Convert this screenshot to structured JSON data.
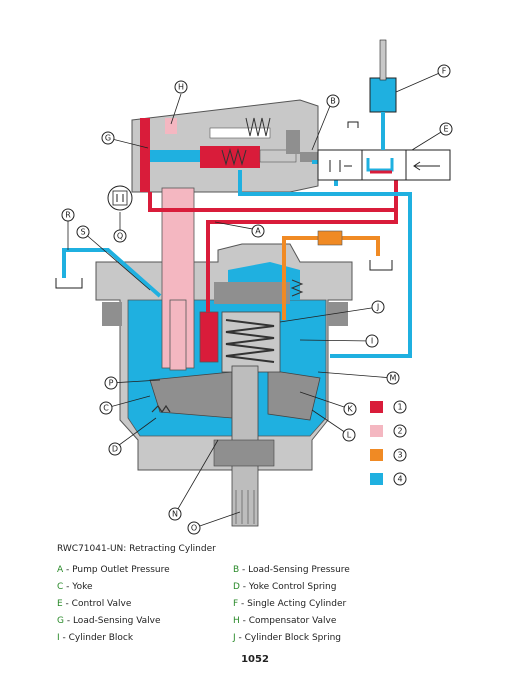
{
  "figure": {
    "callouts": [
      "A",
      "B",
      "C",
      "D",
      "E",
      "F",
      "G",
      "H",
      "I",
      "J",
      "K",
      "L",
      "M",
      "N",
      "O",
      "P",
      "Q",
      "R",
      "S"
    ],
    "legend": [
      {
        "number": "1",
        "color": "#d91c3a"
      },
      {
        "number": "2",
        "color": "#f4b7c1"
      },
      {
        "number": "3",
        "color": "#f08a24"
      },
      {
        "number": "4",
        "color": "#1fb0e0"
      }
    ],
    "colors": {
      "housing": "#c8c8c8",
      "housing_dark": "#8f8f8f"
    }
  },
  "caption": "RWC71041-UN: Retracting Cylinder",
  "keys": [
    {
      "letter": "A",
      "text": " - Pump Outlet Pressure"
    },
    {
      "letter": "B",
      "text": " - Load-Sensing Pressure"
    },
    {
      "letter": "C",
      "text": " - Yoke"
    },
    {
      "letter": "D",
      "text": " - Yoke Control Spring"
    },
    {
      "letter": "E",
      "text": " - Control Valve"
    },
    {
      "letter": "F",
      "text": " - Single Acting Cylinder"
    },
    {
      "letter": "G",
      "text": " - Load-Sensing Valve"
    },
    {
      "letter": "H",
      "text": " - Compensator Valve"
    },
    {
      "letter": "I",
      "text": " - Cylinder Block"
    },
    {
      "letter": "J",
      "text": " - Cylinder Block Spring"
    }
  ],
  "page_number": "1052"
}
